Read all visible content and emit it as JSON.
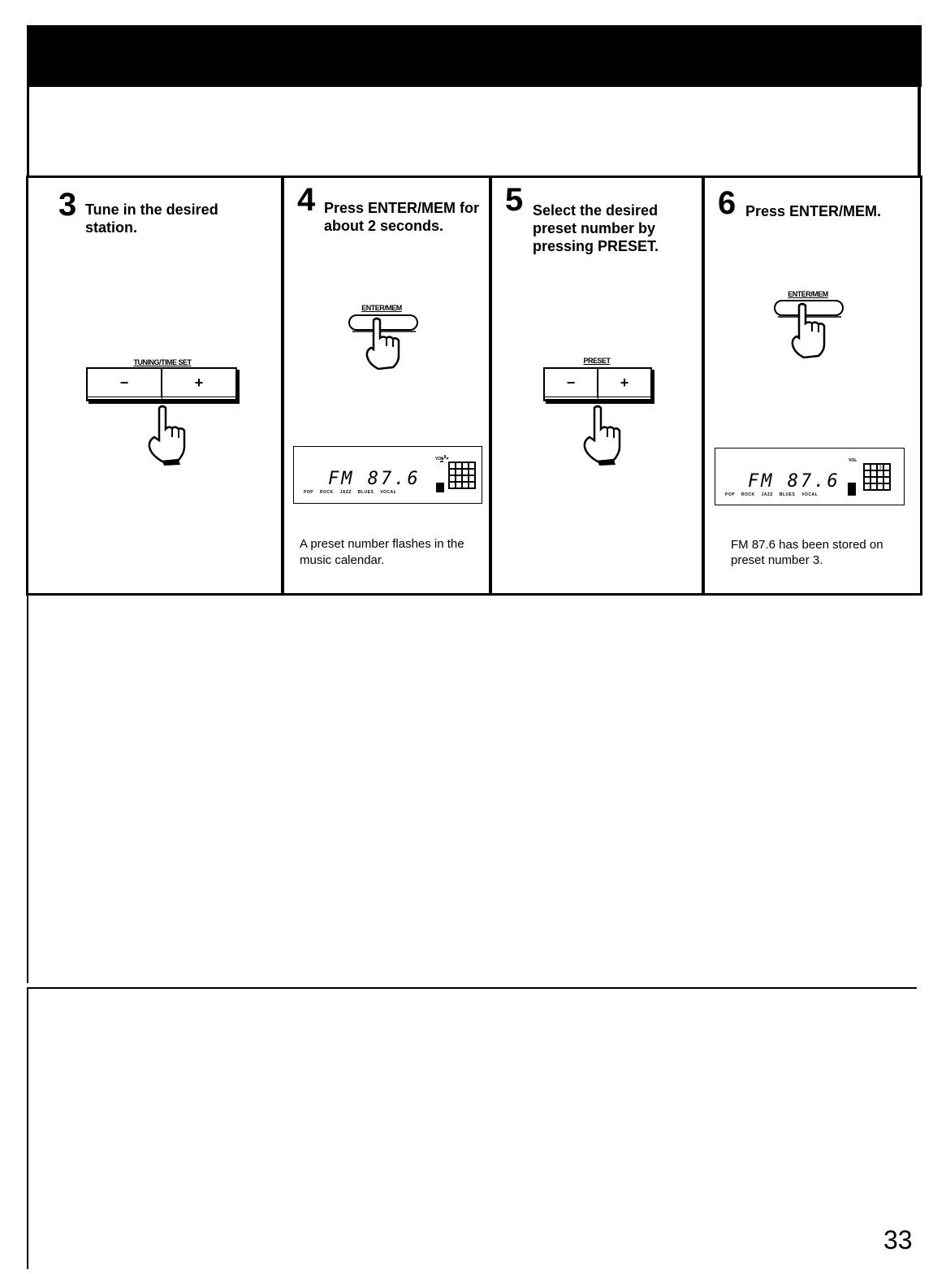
{
  "page": {
    "number": "33"
  },
  "steps": [
    {
      "number": "3",
      "line1": "Tune in the desired",
      "line2": "station.",
      "button_label": "TUNING/TIME SET",
      "minus": "−",
      "plus": "+"
    },
    {
      "number": "4",
      "line1": "Press ENTER/MEM for",
      "line2": "about 2 seconds.",
      "button_label": "ENTER/MEM",
      "display": {
        "freq": "FM  87.6",
        "genres": "POP ROCK JAZZ BLUES VOCAL",
        "vol": "VOL"
      },
      "caption1": "A preset number flashes in the",
      "caption2": "music calendar."
    },
    {
      "number": "5",
      "line1": "Select the desired",
      "line2": "preset number by",
      "line3": "pressing PRESET.",
      "button_label": "PRESET",
      "minus": "−",
      "plus": "+"
    },
    {
      "number": "6",
      "line1": "Press ENTER/MEM.",
      "button_label": "ENTER/MEM",
      "display": {
        "freq": "FM  87.6",
        "genres": "POP ROCK JAZZ BLUES VOCAL",
        "vol": "VOL",
        "preset": "3"
      },
      "caption1": "FM 87.6 has been stored on",
      "caption2": "preset number 3."
    }
  ],
  "colors": {
    "ink": "#000000",
    "paper": "#ffffff"
  }
}
